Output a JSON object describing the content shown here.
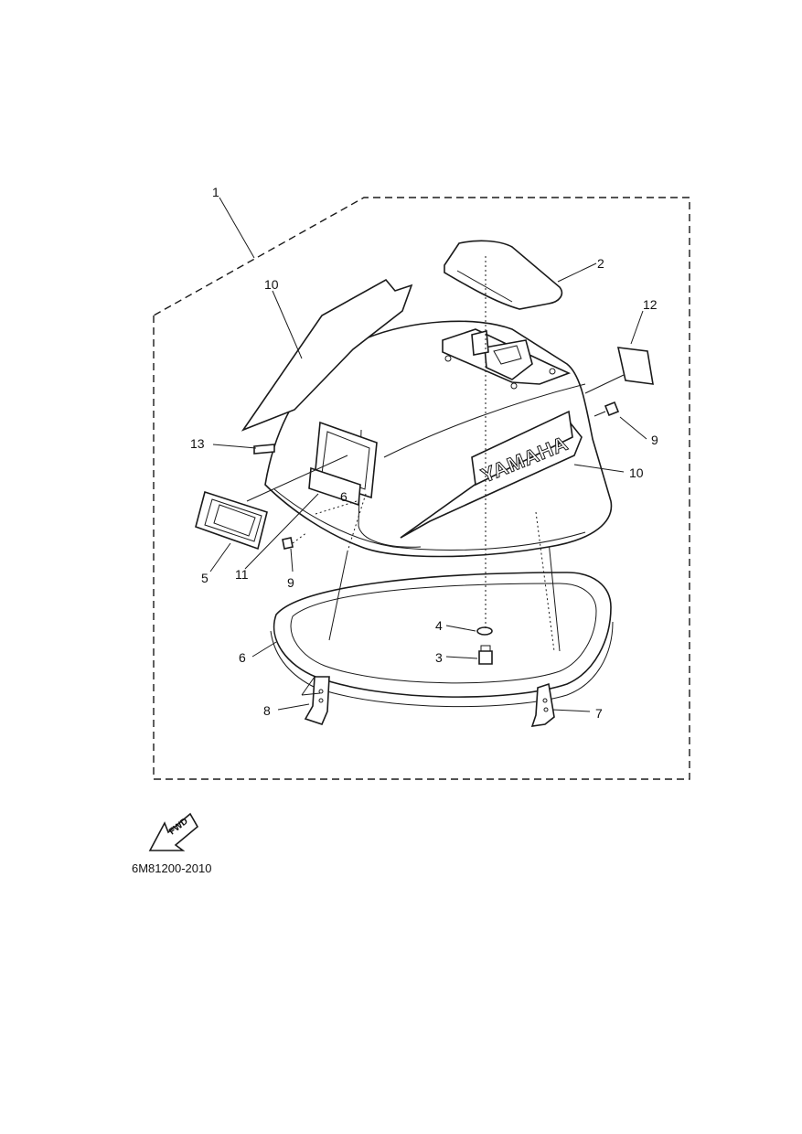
{
  "diagram": {
    "callouts": [
      {
        "id": "c1",
        "label": "1"
      },
      {
        "id": "c2",
        "label": "2"
      },
      {
        "id": "c3",
        "label": "3"
      },
      {
        "id": "c4",
        "label": "4"
      },
      {
        "id": "c5",
        "label": "5"
      },
      {
        "id": "c6",
        "label": "6"
      },
      {
        "id": "c7",
        "label": "7"
      },
      {
        "id": "c8",
        "label": "8"
      },
      {
        "id": "c9a",
        "label": "9"
      },
      {
        "id": "c9b",
        "label": "9"
      },
      {
        "id": "c10a",
        "label": "10"
      },
      {
        "id": "c10b",
        "label": "10"
      },
      {
        "id": "c11",
        "label": "11"
      },
      {
        "id": "c12",
        "label": "12"
      },
      {
        "id": "c13",
        "label": "13"
      }
    ],
    "logo_text": "YAMAHA",
    "model_badge": "6",
    "fwd_label": "FWD",
    "diagram_code": "6M81200-2010"
  }
}
